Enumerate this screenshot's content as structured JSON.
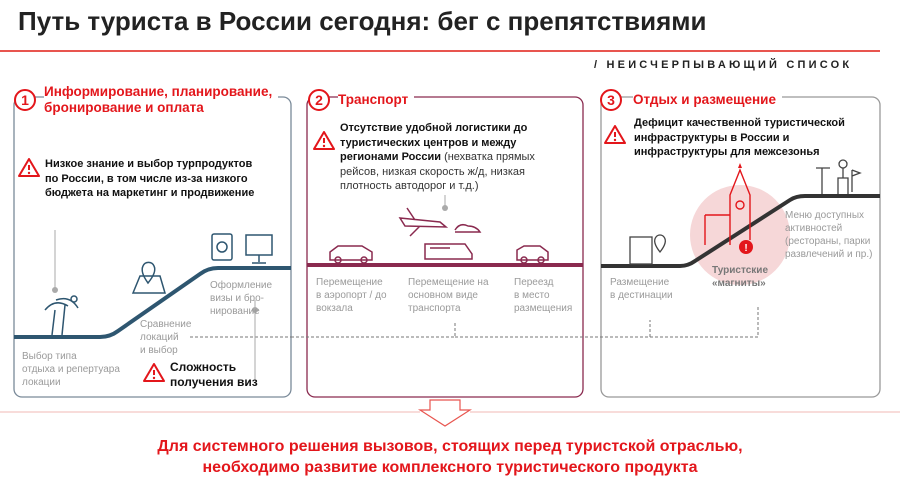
{
  "title": "Путь туриста в России сегодня: бег с препятствиями",
  "subtitle": "НЕИСЧЕРПЫВАЮЩИЙ СПИСОК",
  "colors": {
    "accent": "#e3161b",
    "stage1": "#2e5670",
    "stage2": "#8a2a4f",
    "stage3": "#333333"
  },
  "stages": [
    {
      "number": "1",
      "title_line1": "Информирование, планирование,",
      "title_line2": "бронирование и оплата",
      "issue": [
        "Низкое знание и выбор турпродуктов",
        "по России, в том числе из-за низкого",
        "бюджета на маркетинг и продвижение"
      ],
      "steps": [
        [
          "Выбор типа",
          "отдыха и репертуара",
          "локации"
        ],
        [
          "Сравнение",
          "локаций",
          "и выбор"
        ],
        [
          "Оформление",
          "визы и бро-",
          "нирование"
        ]
      ],
      "issue2": [
        "Сложность",
        "получения виз"
      ]
    },
    {
      "number": "2",
      "title": "Транспорт",
      "issue_bold": [
        "Отсутствие удобной логистики до",
        "туристических центров и между",
        "регионами России"
      ],
      "issue_normal": [
        " (нехватка прямых",
        "рейсов, низкая скорость ж/д, низкая",
        "плотность автодорог и т.д.)"
      ],
      "steps": [
        [
          "Перемещение",
          "в аэропорт / до",
          "вокзала"
        ],
        [
          "Перемещение на",
          "основном виде",
          "транспорта"
        ],
        [
          "Переезд",
          "в место",
          "размещения"
        ]
      ]
    },
    {
      "number": "3",
      "title": "Отдых и размещение",
      "issue": [
        "Дефицит качественной туристической",
        "инфраструктуры в России и",
        "инфраструктуры для межсезонья"
      ],
      "steps": [
        [
          "Размещение",
          "в дестинации"
        ],
        [
          "Туристские",
          "«магниты»"
        ],
        [
          "Меню доступных",
          "активностей",
          "(рестораны, парки",
          "развлечений и пр.)"
        ]
      ]
    }
  ],
  "footer": [
    "Для системного решения вызовов, стоящих перед туристской отраслью,",
    "необходимо развитие комплексного туристического продукта"
  ]
}
